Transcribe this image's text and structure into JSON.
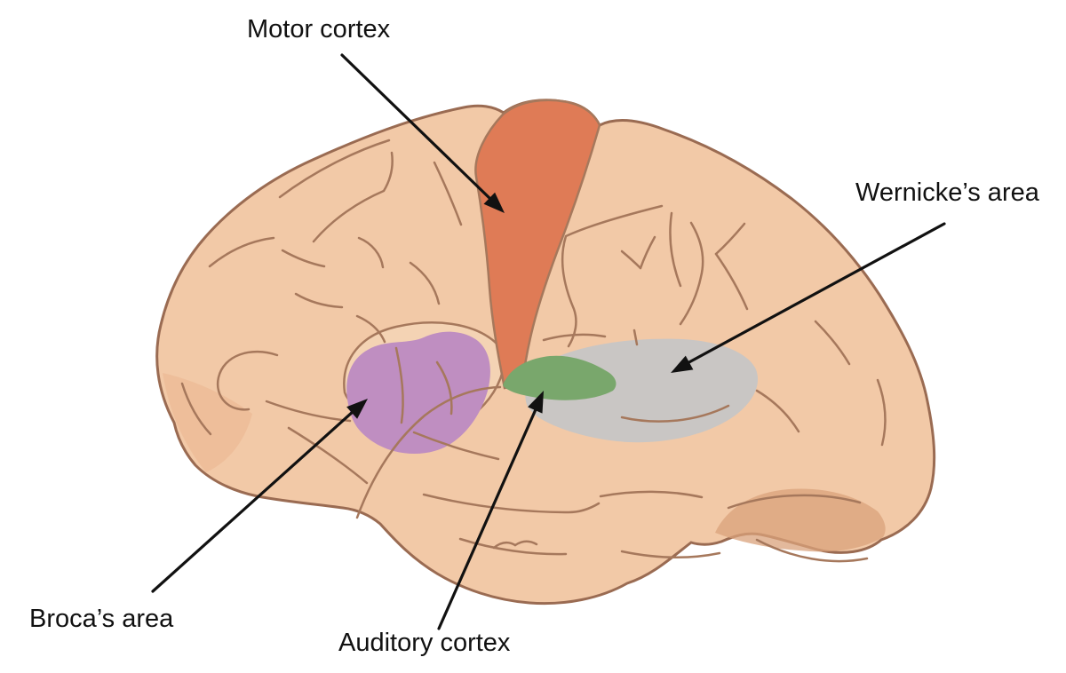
{
  "diagram": {
    "type": "brain-lateral-view-language-areas",
    "background": "#ffffff"
  },
  "labels": {
    "motor": "Motor cortex",
    "wernicke": "Wernicke’s area",
    "broca": "Broca’s area",
    "auditory": "Auditory cortex"
  },
  "regions": [
    {
      "id": "motor-cortex",
      "label": "Motor cortex",
      "color": "#df7b56"
    },
    {
      "id": "brocas-area",
      "label": "Broca’s area",
      "color": "#bf8ec1"
    },
    {
      "id": "wernickes-area",
      "label": "Wernicke’s area",
      "color": "#c9c6c4"
    },
    {
      "id": "auditory-cortex",
      "label": "Auditory cortex",
      "color": "#79a76c"
    }
  ],
  "colors": {
    "brain_fill": "#f2c9a7",
    "brain_outline": "#9a6b52",
    "sulci": "#a6785c",
    "broca_gyrus_fill": "#f4d3b4",
    "shading_dark": "#daa27b",
    "shading_left": "#e9b28b",
    "arrow": "#111111",
    "text": "#111111"
  }
}
